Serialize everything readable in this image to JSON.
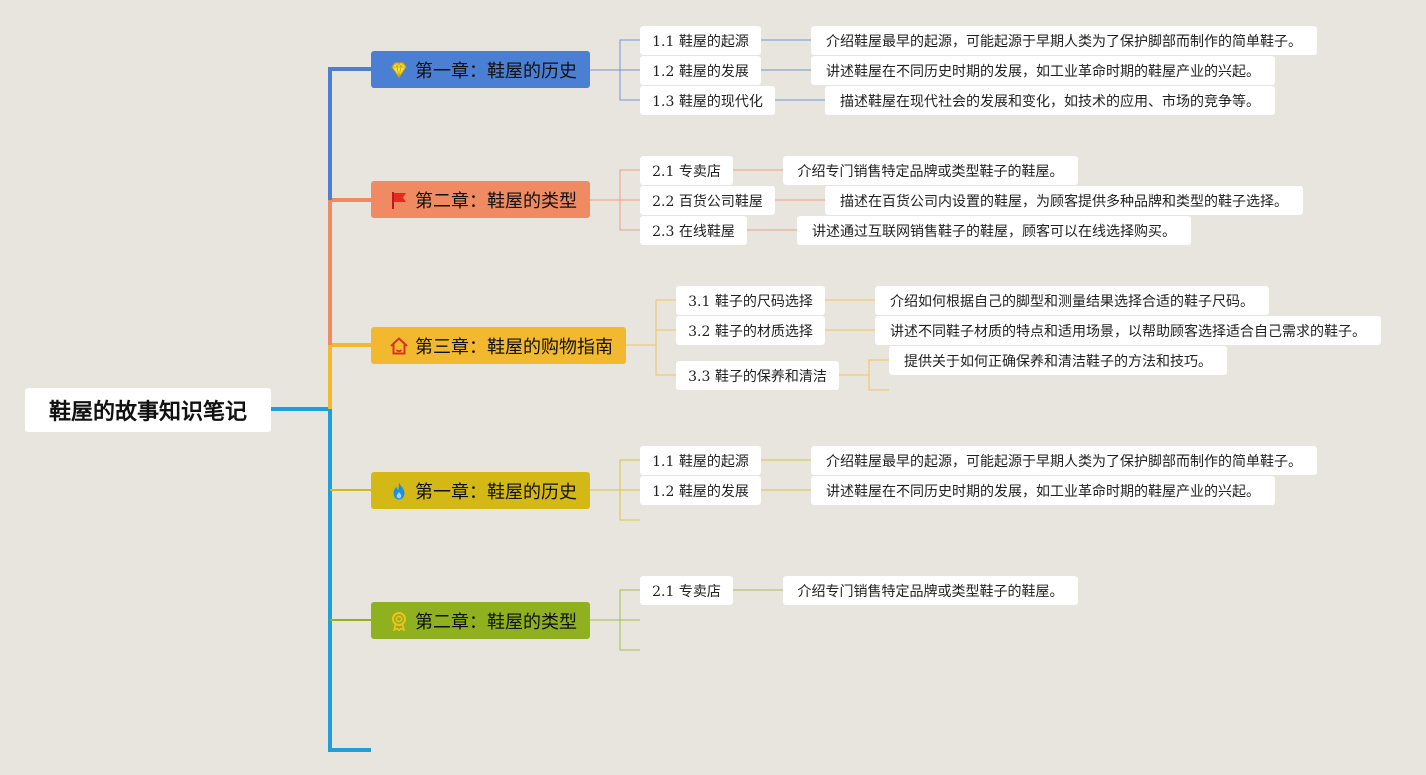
{
  "root": {
    "title": "鞋屋的故事知识笔记"
  },
  "colors": {
    "trunk": "#1e9fda",
    "c1": "#4a7fd3",
    "c2": "#ef8a62",
    "c3": "#f2b930",
    "c4": "#d4b916",
    "c5": "#8fb01f"
  },
  "chapters": [
    {
      "title": "第一章：鞋屋的历史",
      "icon": "diamond-icon",
      "items": [
        {
          "label": "1.1 鞋屋的起源",
          "desc": "介绍鞋屋最早的起源，可能起源于早期人类为了保护脚部而制作的简单鞋子。"
        },
        {
          "label": "1.2 鞋屋的发展",
          "desc": "讲述鞋屋在不同历史时期的发展，如工业革命时期的鞋屋产业的兴起。"
        },
        {
          "label": "1.3 鞋屋的现代化",
          "desc": "描述鞋屋在现代社会的发展和变化，如技术的应用、市场的竞争等。"
        }
      ]
    },
    {
      "title": "第二章：鞋屋的类型",
      "icon": "flag-icon",
      "items": [
        {
          "label": "2.1 专卖店",
          "desc": "介绍专门销售特定品牌或类型鞋子的鞋屋。"
        },
        {
          "label": "2.2 百货公司鞋屋",
          "desc": "描述在百货公司内设置的鞋屋，为顾客提供多种品牌和类型的鞋子选择。"
        },
        {
          "label": "2.3 在线鞋屋",
          "desc": "讲述通过互联网销售鞋子的鞋屋，顾客可以在线选择购买。"
        }
      ]
    },
    {
      "title": "第三章：鞋屋的购物指南",
      "icon": "home-icon",
      "items": [
        {
          "label": "3.1 鞋子的尺码选择",
          "desc": "介绍如何根据自己的脚型和测量结果选择合适的鞋子尺码。"
        },
        {
          "label": "3.2 鞋子的材质选择",
          "desc": "讲述不同鞋子材质的特点和适用场景，以帮助顾客选择适合自己需求的鞋子。"
        },
        {
          "label": "3.3 鞋子的保养和清洁",
          "desc": "提供关于如何正确保养和清洁鞋子的方法和技巧。"
        }
      ]
    },
    {
      "title": "第一章：鞋屋的历史",
      "icon": "fire-icon",
      "items": [
        {
          "label": "1.1 鞋屋的起源",
          "desc": "介绍鞋屋最早的起源，可能起源于早期人类为了保护脚部而制作的简单鞋子。"
        },
        {
          "label": "1.2 鞋屋的发展",
          "desc": "讲述鞋屋在不同历史时期的发展，如工业革命时期的鞋屋产业的兴起。"
        }
      ]
    },
    {
      "title": "第二章：鞋屋的类型",
      "icon": "medal-icon",
      "items": [
        {
          "label": "2.1 专卖店",
          "desc": "介绍专门销售特定品牌或类型鞋子的鞋屋。"
        }
      ]
    }
  ]
}
